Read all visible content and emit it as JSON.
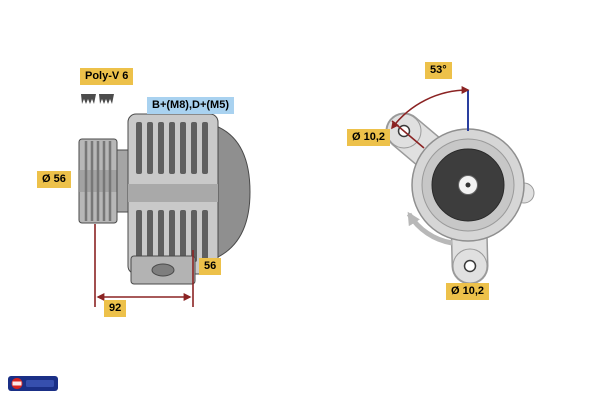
{
  "side_view": {
    "belt_label": "Poly-V 6",
    "terminals_label": "B+(M8),D+(M5)",
    "pulley_diameter_label": "Ø 56",
    "depth_label": "56",
    "length_label": "92"
  },
  "rear_view": {
    "angle_label": "53°",
    "top_hole_label": "Ø 10,2",
    "bottom_hole_label": "Ø 10,2"
  },
  "colors": {
    "label_bg": "#edc14a",
    "terminal_label_bg": "#a9d2f0",
    "dimension_line": "#8b2323",
    "axis_line": "#2a3f9f",
    "logo_blue": "#1a2f86",
    "logo_red": "#d7231f"
  },
  "icons": {
    "belt_profile": "poly-v-belt-chips",
    "rotation_arrow": "curved-rotation-arrow",
    "brand_logo": "brand-badge"
  }
}
